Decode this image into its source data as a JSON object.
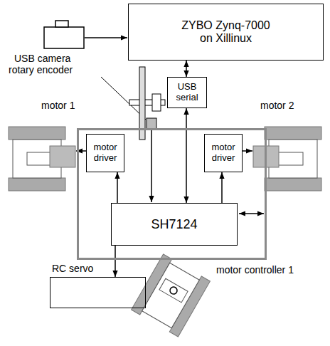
{
  "diagram": {
    "nodes": [
      {
        "text": [
          "ZYBO Zynq-7000 on Xillinux"
        ]
      },
      {
        "text": [
          "USB serial"
        ]
      },
      {
        "text": [
          "motor controller 1"
        ]
      },
      {
        "text": [
          "motor driver"
        ],
        "in": 2
      },
      {
        "text": [
          "motor driver"
        ],
        "in": 2
      },
      {
        "text": [
          "SH7124"
        ],
        "in": 2
      },
      {
        "text": [
          "RC servo"
        ]
      }
    ],
    "edges": [
      {
        "from": 0,
        "to": 1,
        "arrow": "both"
      },
      {
        "from": 1,
        "to": 5,
        "arrow": "both"
      },
      {
        "from": 5,
        "to": 3,
        "arrow": "to"
      },
      {
        "from": 5,
        "to": 4,
        "arrow": "to"
      },
      {
        "from": 5,
        "to": 6,
        "arrow": "to"
      }
    ],
    "labels": [
      "USB camera",
      "rotary encoder",
      "motor 1",
      "motor 2"
    ]
  }
}
